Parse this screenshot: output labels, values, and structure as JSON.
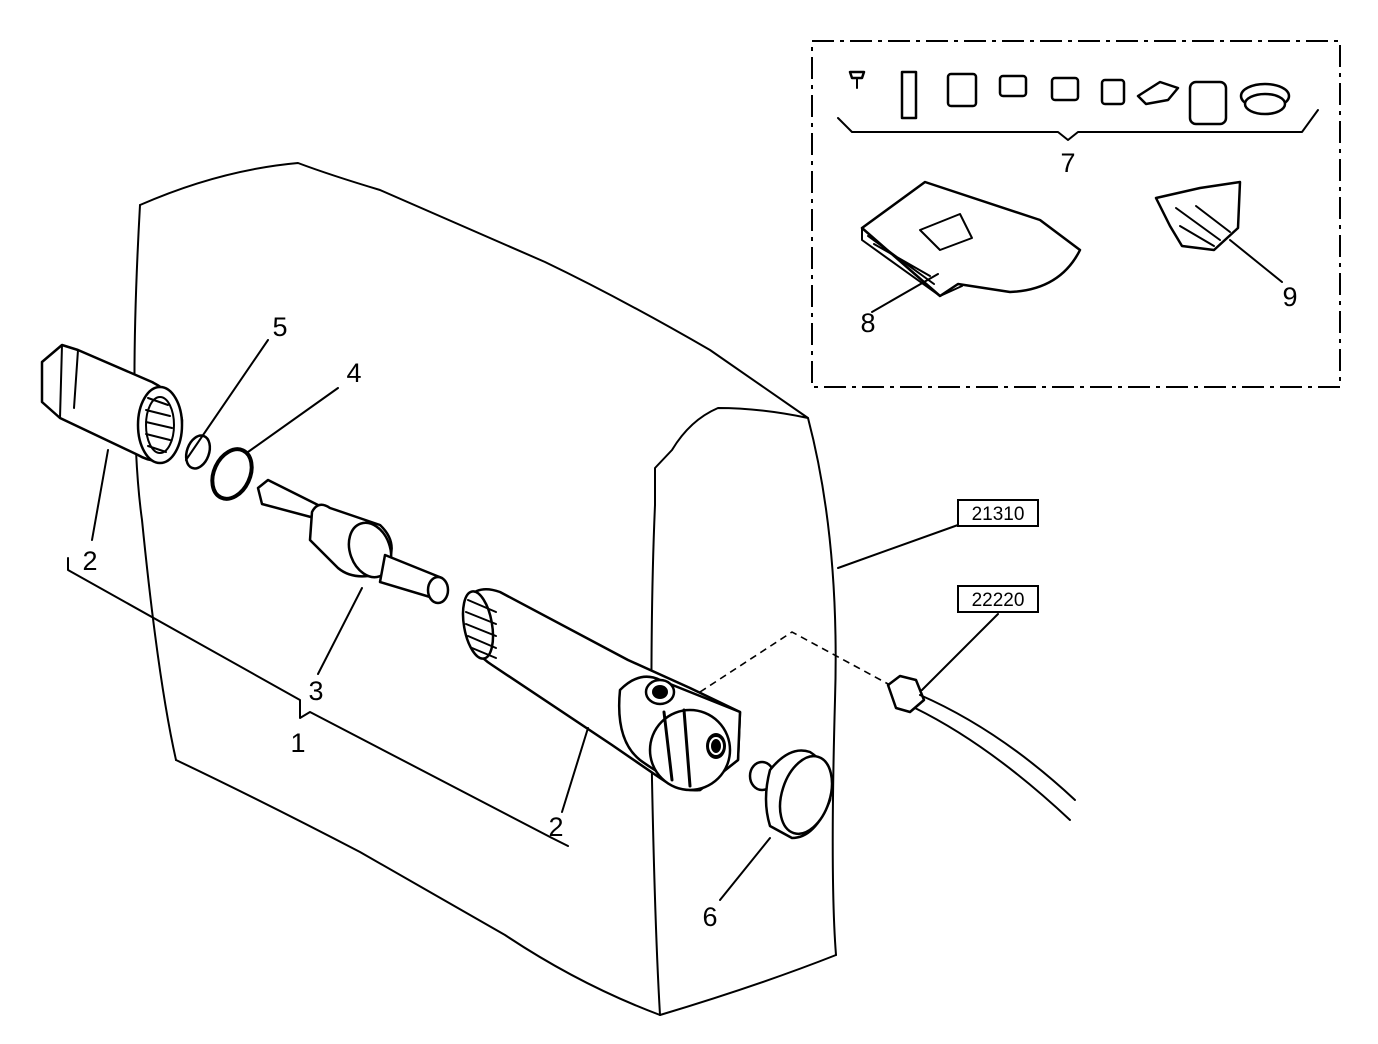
{
  "callouts": {
    "c1": "1",
    "c2a": "2",
    "c2b": "2",
    "c3": "3",
    "c4": "4",
    "c5": "5",
    "c6": "6",
    "c7": "7",
    "c8": "8",
    "c9": "9"
  },
  "references": {
    "ref_a": "21310",
    "ref_b": "22220"
  }
}
